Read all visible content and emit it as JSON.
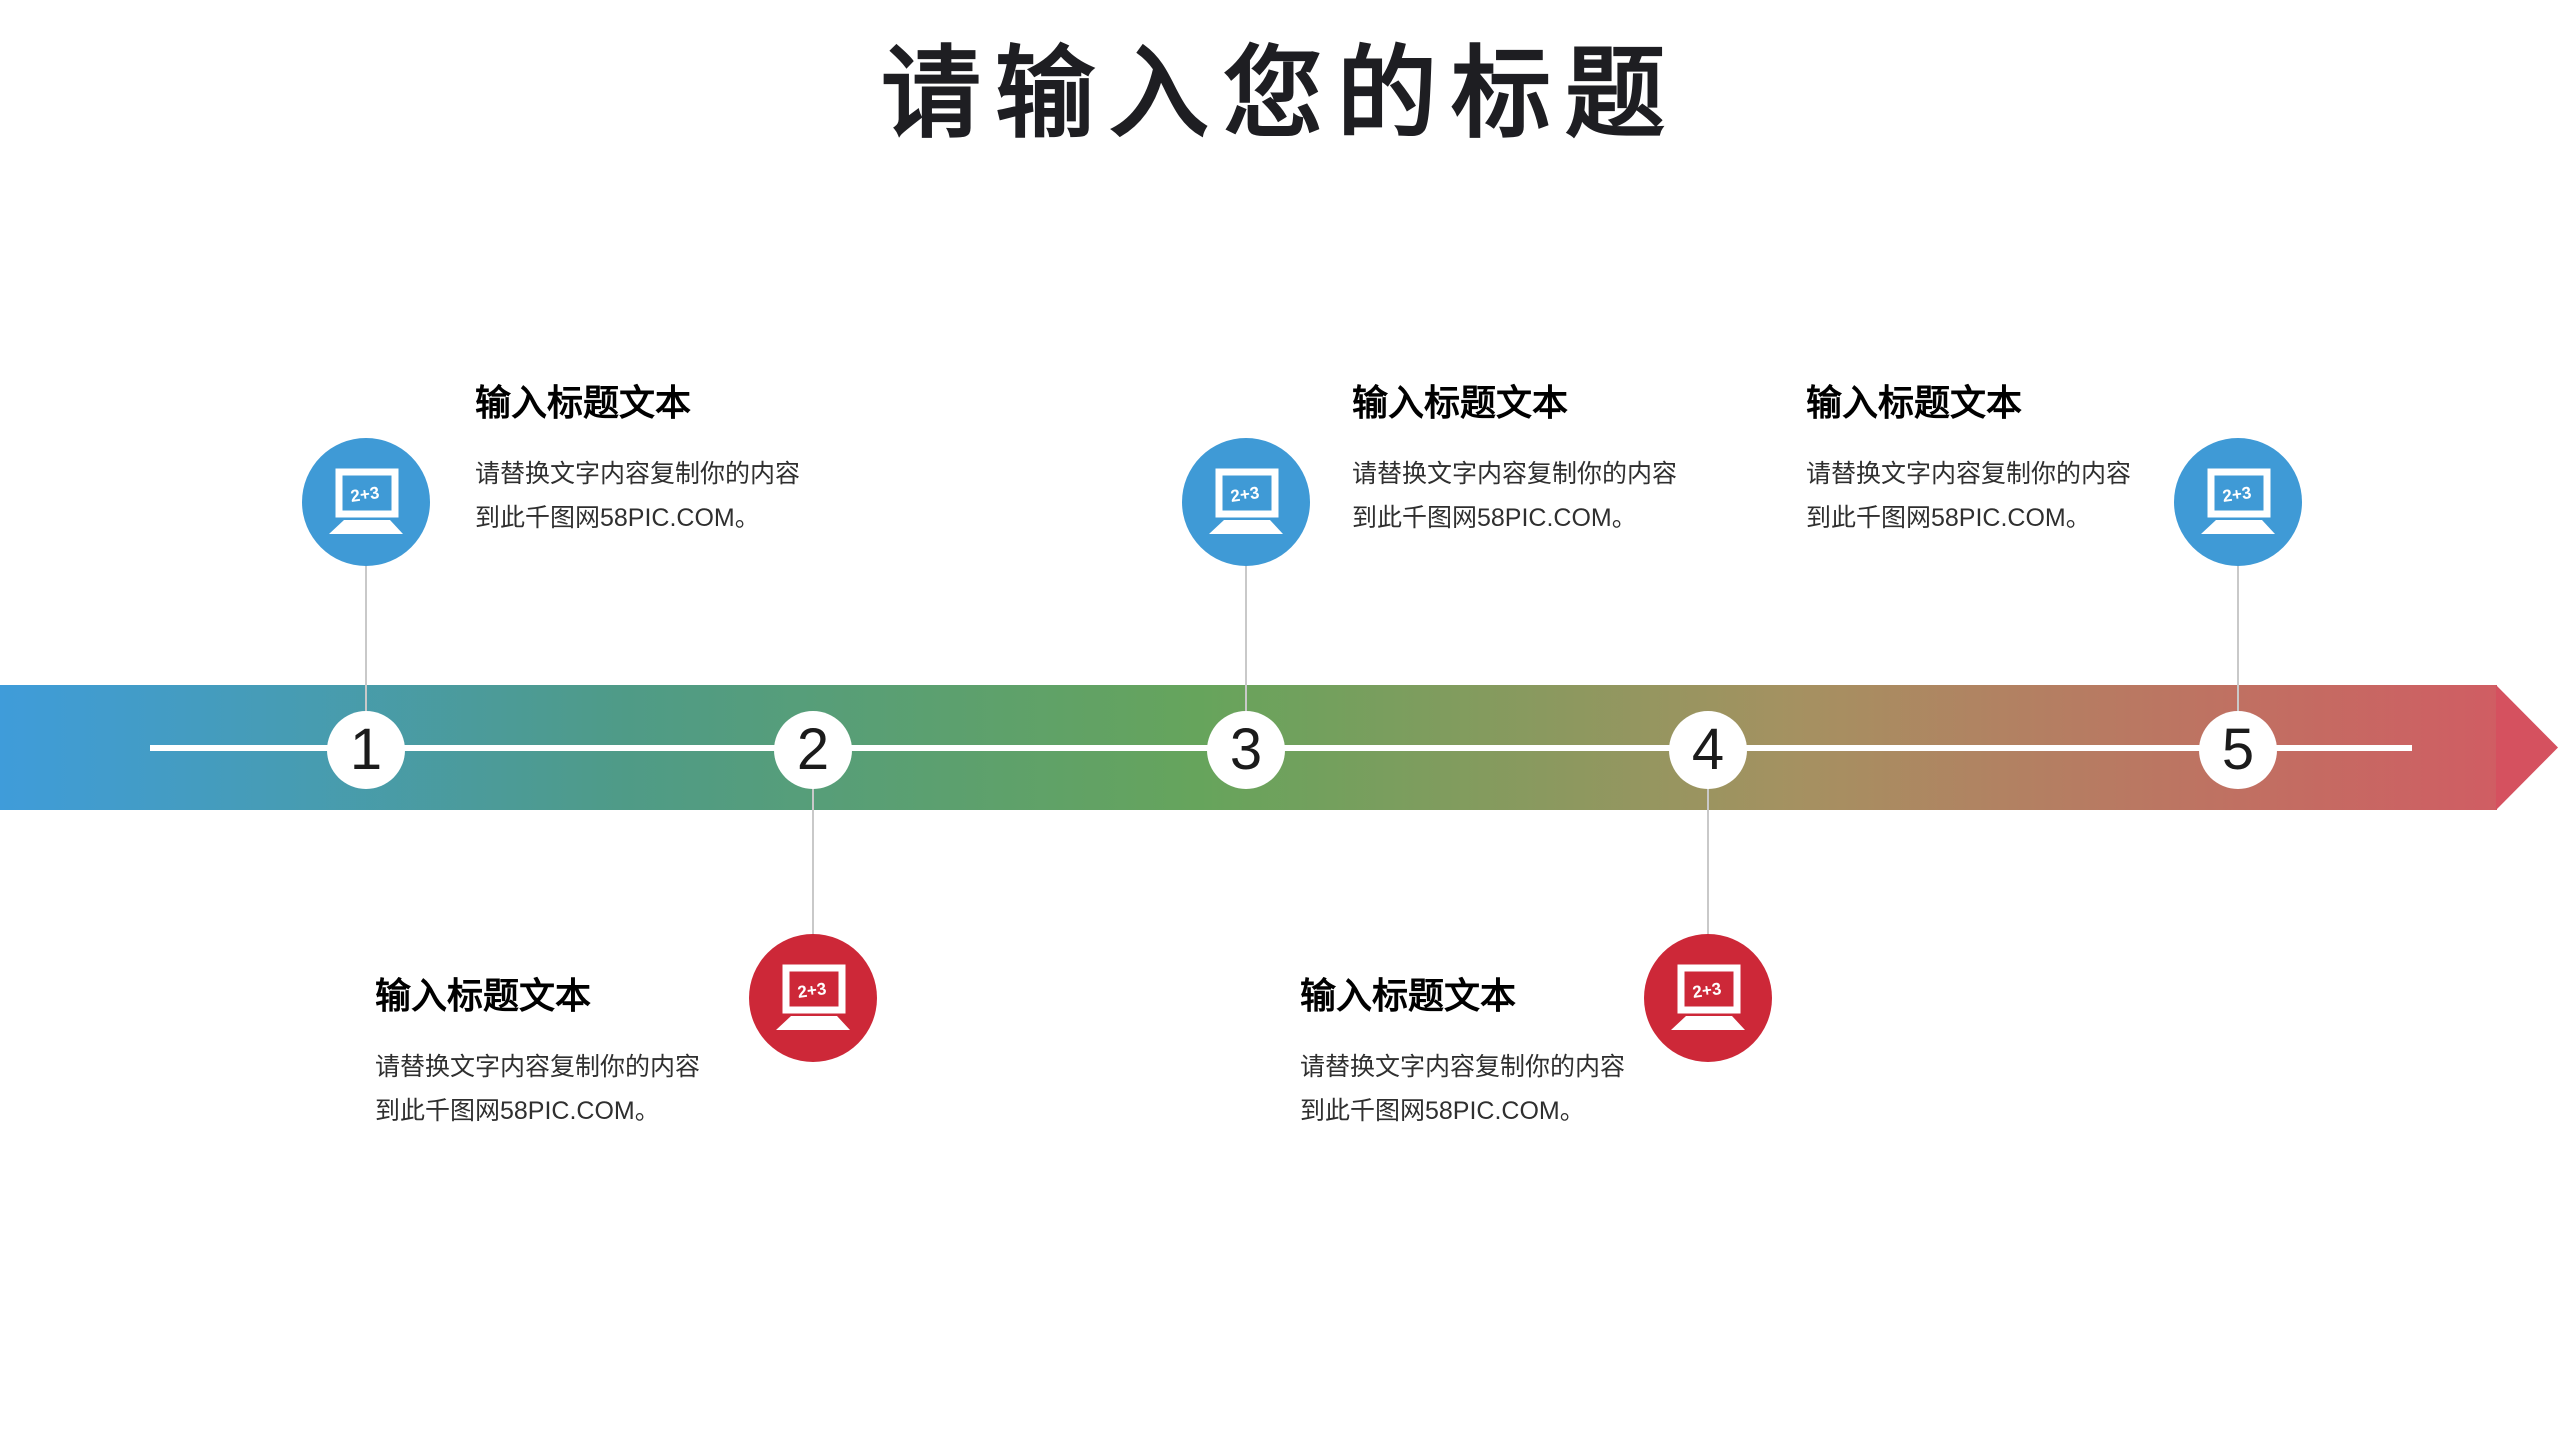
{
  "slide": {
    "title": "请输入您的标题",
    "background_color": "#ffffff"
  },
  "icon": {
    "name": "laptop-math-icon",
    "screen_text": "2+3",
    "glyph_color": "#ffffff"
  },
  "timeline": {
    "band_colors": {
      "gradient_start_blue": "#3f9cda",
      "gradient_teal": "#4f9b87",
      "gradient_green": "#66a45c",
      "gradient_olive": "#a59161",
      "gradient_end_red": "#d05d63",
      "arrowhead_red": "#d5515f",
      "axis_line": "#ffffff",
      "number_circle_fill": "#ffffff",
      "number_text": "#1b1b1b",
      "connector_gray": "#c9c9c9"
    },
    "steps": [
      {
        "number": "1",
        "side": "top",
        "icon_color": "#3f9ad6",
        "heading": "输入标题文本",
        "body": [
          "请替换文字内容复制你的内容",
          "到此千图网58PIC.COM。"
        ]
      },
      {
        "number": "2",
        "side": "bottom",
        "icon_color": "#cd2838",
        "heading": "输入标题文本",
        "body": [
          "请替换文字内容复制你的内容",
          "到此千图网58PIC.COM。"
        ]
      },
      {
        "number": "3",
        "side": "top",
        "icon_color": "#3f9ad6",
        "heading": "输入标题文本",
        "body": [
          "请替换文字内容复制你的内容",
          "到此千图网58PIC.COM。"
        ]
      },
      {
        "number": "4",
        "side": "bottom",
        "icon_color": "#cd2838",
        "heading": "输入标题文本",
        "body": [
          "请替换文字内容复制你的内容",
          "到此千图网58PIC.COM。"
        ]
      },
      {
        "number": "5",
        "side": "top",
        "icon_color": "#3f9ad6",
        "heading": "输入标题文本",
        "body": [
          "请替换文字内容复制你的内容",
          "到此千图网58PIC.COM。"
        ]
      }
    ]
  }
}
